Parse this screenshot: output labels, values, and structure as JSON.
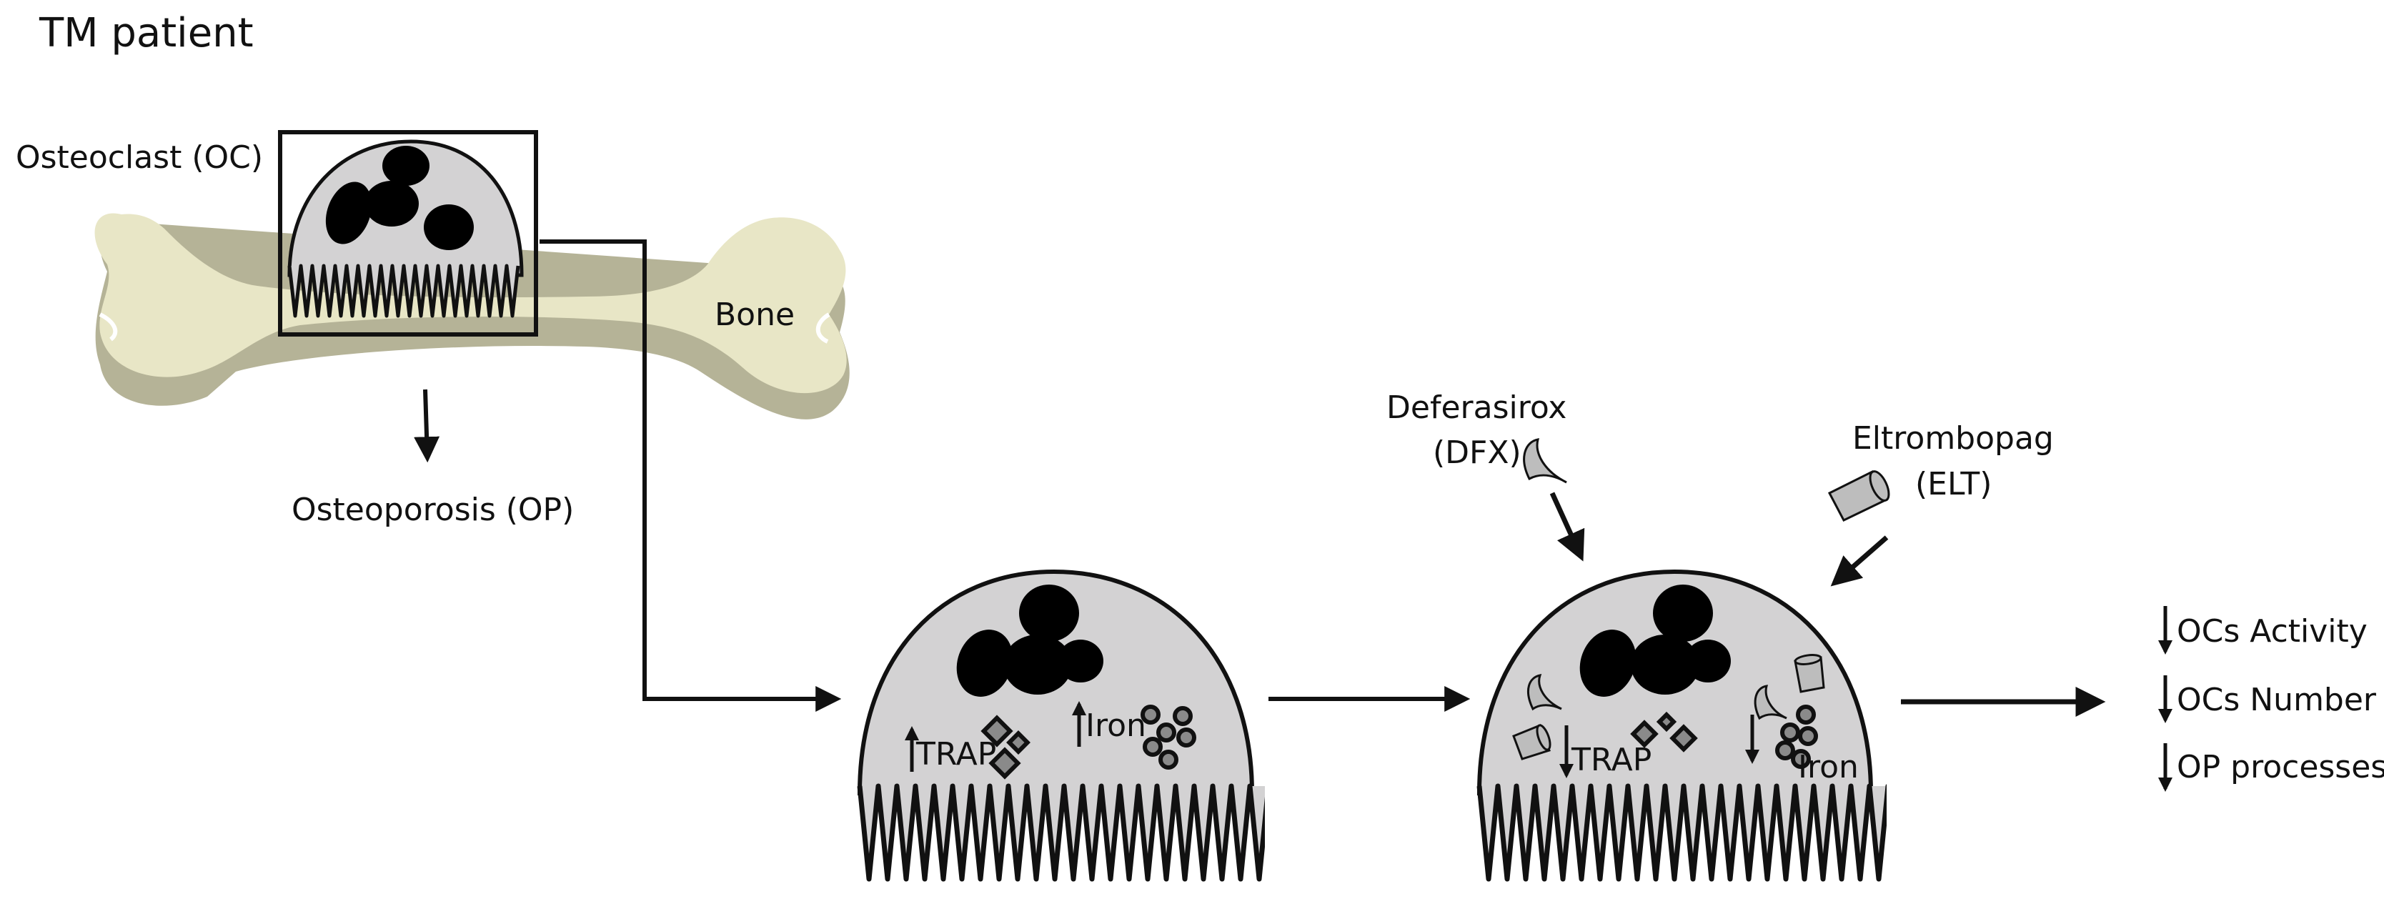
{
  "title": "TM patient",
  "labels": {
    "osteoclast": "Osteoclast (OC)",
    "bone": "Bone",
    "osteoporosis": "Osteoporosis (OP)",
    "deferasirox": "Deferasirox",
    "dfx": "(DFX)",
    "eltrombopag": "Eltrombopag",
    "elt": "(ELT)"
  },
  "cell_untreated": {
    "trap_label": "TRAP",
    "iron_label": "Iron",
    "trap_direction": "up",
    "iron_direction": "up"
  },
  "cell_treated": {
    "trap_label": "TRAP",
    "iron_label": "Iron",
    "trap_direction": "down",
    "iron_direction": "down"
  },
  "outcomes": [
    {
      "label": "OCs Activity",
      "direction": "down"
    },
    {
      "label": "OCs Number",
      "direction": "down"
    },
    {
      "label": "OP processes",
      "direction": "down"
    }
  ],
  "colors": {
    "bone_light": "#e8e6c6",
    "bone_shadow": "#b5b397",
    "cell_fill": "#d3d2d3",
    "granule_fill": "#8a8a8a",
    "drug_fill": "#bdbdbd",
    "stroke": "#111111"
  }
}
